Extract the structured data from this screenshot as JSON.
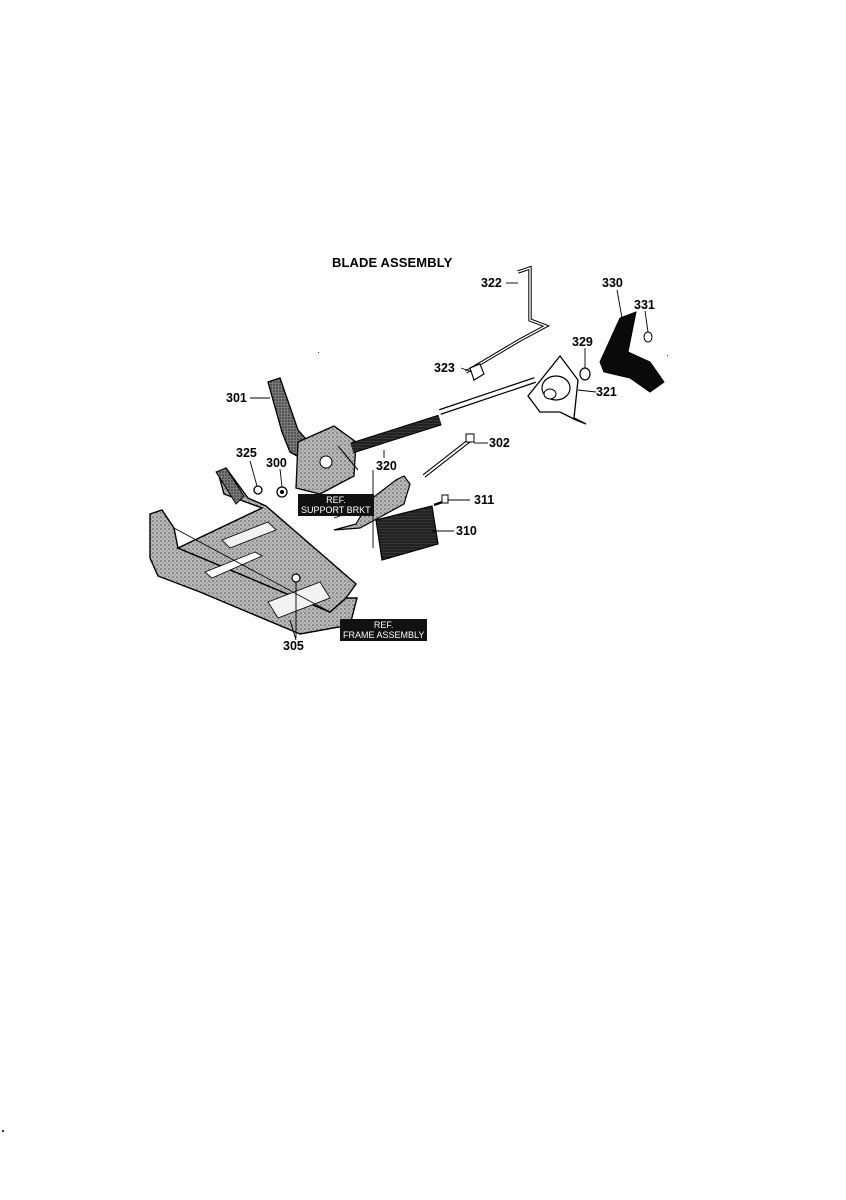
{
  "title": "BLADE ASSEMBLY",
  "callouts": {
    "p322": "322",
    "p330": "330",
    "p331": "331",
    "p329": "329",
    "p323": "323",
    "p321": "321",
    "p301": "301",
    "p302": "302",
    "p325": "325",
    "p300": "300",
    "p320": "320",
    "p311": "311",
    "p310": "310",
    "p305": "305"
  },
  "refs": {
    "support": {
      "line1": "REF.",
      "line2": "SUPPORT BRKT"
    },
    "frame": {
      "line1": "REF.",
      "line2": "FRAME ASSEMBLY"
    }
  }
}
